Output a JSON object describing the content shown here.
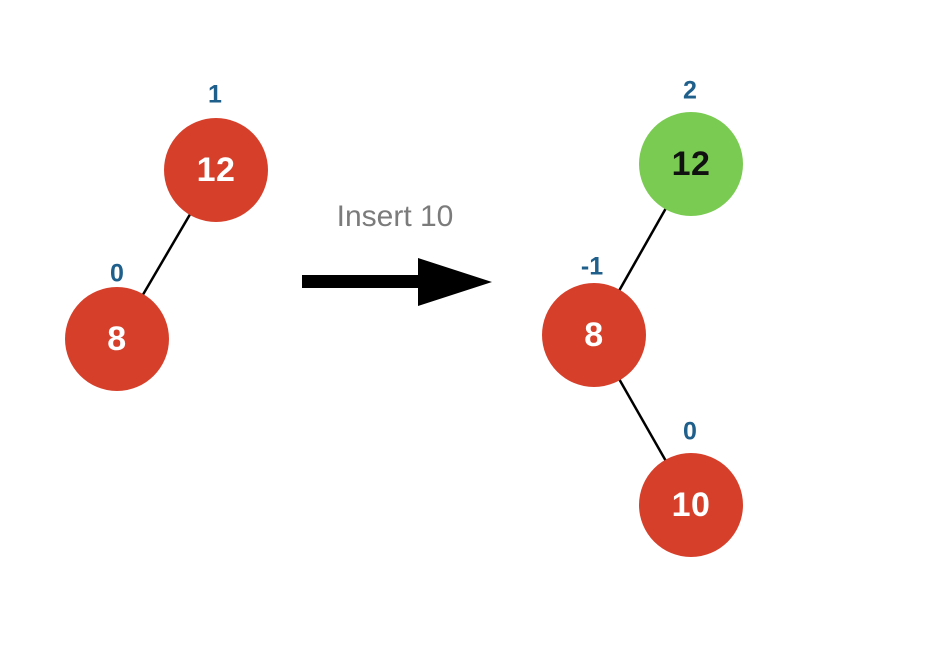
{
  "diagram": {
    "caption": "Insert 10",
    "colors": {
      "node_red": "#D6402B",
      "node_green": "#7ACB52",
      "balance_label_blue": "#1F5F8B",
      "caption_gray": "#7B7B7B",
      "edge_black": "#000000",
      "value_text_on_red": "#FFFFFF",
      "value_text_on_green": "#111111"
    },
    "before_tree": {
      "nodes": [
        {
          "value": "12",
          "balance_factor": "1",
          "fill": "red"
        },
        {
          "value": "8",
          "balance_factor": "0",
          "fill": "red"
        }
      ],
      "edges": [
        {
          "from": "12",
          "to": "8"
        }
      ]
    },
    "after_tree": {
      "nodes": [
        {
          "value": "12",
          "balance_factor": "2",
          "fill": "green"
        },
        {
          "value": "8",
          "balance_factor": "-1",
          "fill": "red"
        },
        {
          "value": "10",
          "balance_factor": "0",
          "fill": "red"
        }
      ],
      "edges": [
        {
          "from": "12",
          "to": "8"
        },
        {
          "from": "8",
          "to": "10"
        }
      ]
    }
  }
}
